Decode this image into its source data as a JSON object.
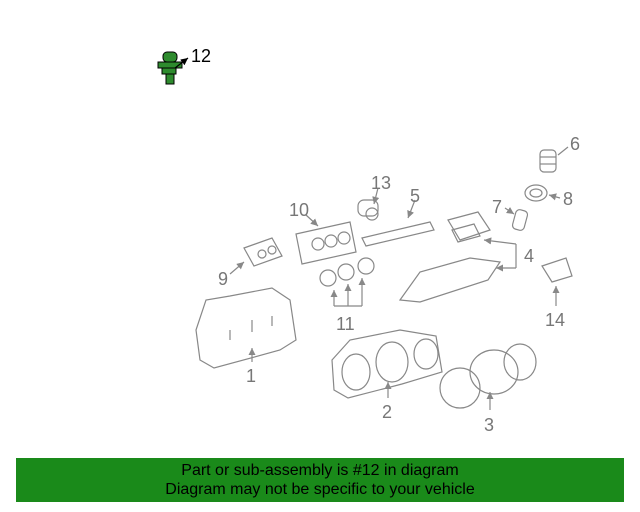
{
  "labels": {
    "c1": "1",
    "c2": "2",
    "c3": "3",
    "c4": "4",
    "c5": "5",
    "c6": "6",
    "c7": "7",
    "c8": "8",
    "c9": "9",
    "c10": "10",
    "c11": "11",
    "c12": "12",
    "c13": "13",
    "c14": "14"
  },
  "banner": {
    "line1": "Part or sub-assembly is #12 in diagram",
    "line2": "Diagram may not be specific to your vehicle"
  },
  "colors": {
    "highlight": "#2e8b2e",
    "banner": "#1a8a1a",
    "lines": "#888888"
  }
}
